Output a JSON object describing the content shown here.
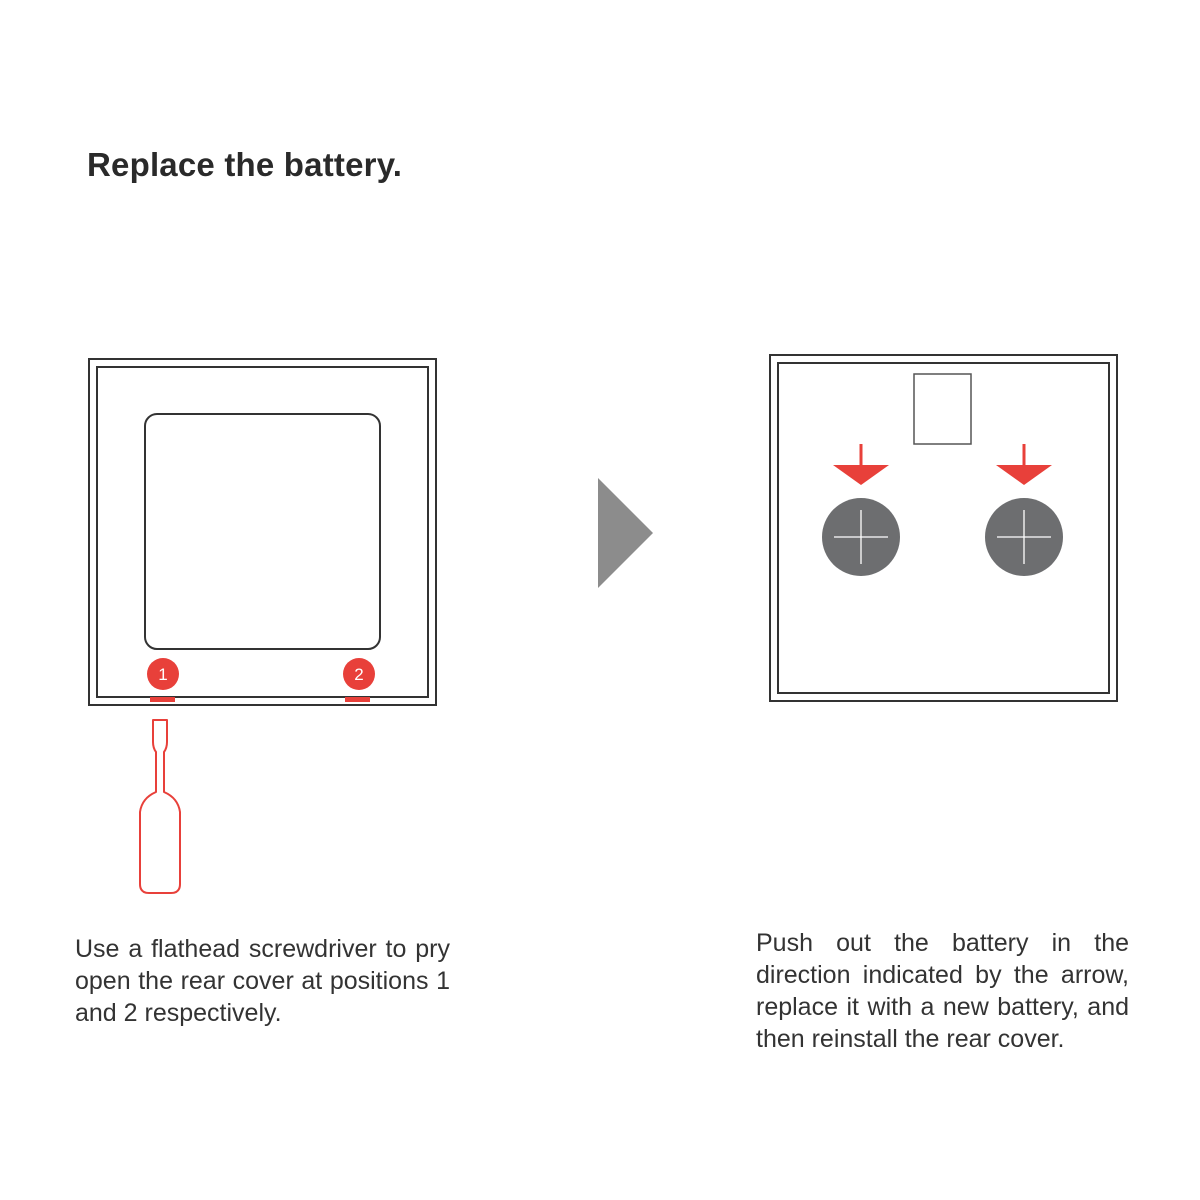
{
  "title": "Replace the battery.",
  "step1": {
    "caption": "Use a flathead screwdriver to pry open the rear cover at positions 1 and 2 respectively.",
    "markers": [
      "1",
      "2"
    ]
  },
  "step2": {
    "caption": "Push out the battery in the direction indicated by the arrow, replace it with a new battery, and then reinstall the rear cover."
  },
  "colors": {
    "accent": "#e8403a",
    "outline": "#333333",
    "battery": "#6d6e70",
    "next_arrow": "#8c8c8c"
  },
  "icons": [
    "screwdriver-icon",
    "next-step-arrow-icon",
    "down-arrow-icon",
    "coin-battery-icon"
  ]
}
